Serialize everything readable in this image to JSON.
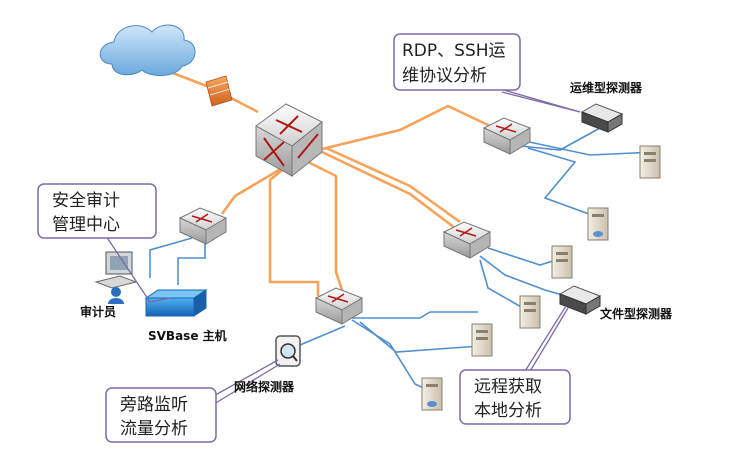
{
  "colors": {
    "backbone": "#f7a25a",
    "lan": "#4f8fd0",
    "callout_border": "#7d6aa6",
    "device_blue": "#2a8bd6"
  },
  "icons": {
    "internet": "cloud-icon",
    "firewall": "firewall-icon",
    "core": "core-switch-icon",
    "switch": "switch-icon",
    "server": "server-icon",
    "workstation": "workstation-icon",
    "probe": "probe-icon",
    "network_probe": "network-probe-icon",
    "platform": "platform-icon"
  },
  "callouts": {
    "security_center": [
      "安全审计",
      "管理中心"
    ],
    "ops_protocol": [
      "RDP、SSH运",
      "维协议分析"
    ],
    "bypass": [
      "旁路监听",
      "流量分析"
    ],
    "remote": [
      "远程获取",
      "本地分析"
    ]
  },
  "labels": {
    "ops_probe": "运维型探测器",
    "file_probe": "文件型探测器",
    "network_probe": "网络探测器",
    "auditor": "审计员",
    "svbase_host": "SVBase 主机"
  }
}
